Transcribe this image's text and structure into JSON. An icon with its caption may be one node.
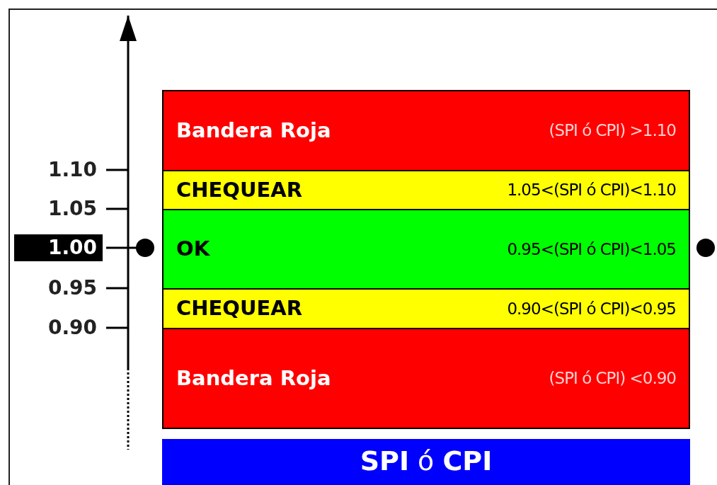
{
  "diagram": {
    "nodes": [
      {
        "text": [
          "Bandera Roja",
          "(SPI ó CPI) >1.10"
        ]
      },
      {
        "text": [
          "CHEQUEAR",
          "1.05<(SPI ó CPI)<1.10"
        ]
      },
      {
        "text": [
          "OK",
          "0.95<(SPI ó CPI)<1.05"
        ]
      },
      {
        "text": [
          "CHEQUEAR",
          "0.90<(SPI ó CPI)<0.95"
        ]
      },
      {
        "text": [
          "Bandera Roja",
          "(SPI ó CPI) <0.90"
        ]
      },
      {
        "text": [
          "**SPI** ó **CPI**"
        ]
      }
    ],
    "labels": [
      "1.10",
      "1.05",
      "1.00",
      "0.95",
      "0.90"
    ]
  }
}
